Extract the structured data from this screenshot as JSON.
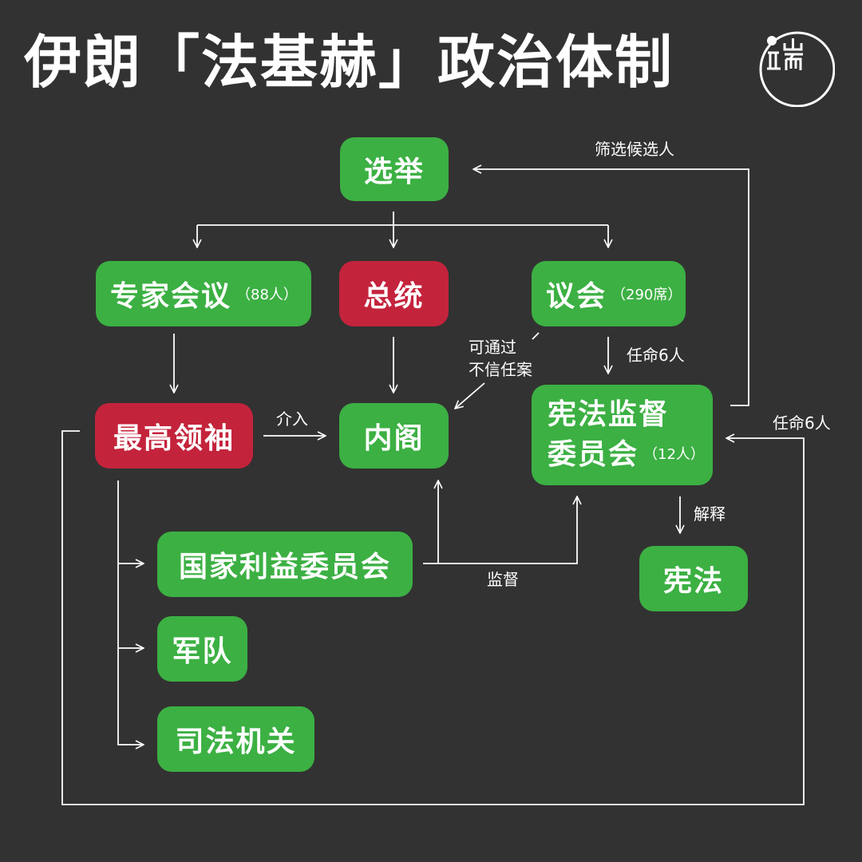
{
  "title": "伊朗「法基赫」政治体制",
  "nodes": {
    "election": {
      "label": "选举",
      "color": "#3cb043"
    },
    "assembly_experts": {
      "label": "专家会议",
      "note": "（88人）",
      "color": "#3cb043"
    },
    "president": {
      "label": "总统",
      "color": "#c4233c"
    },
    "parliament": {
      "label": "议会",
      "note": "（290席）",
      "color": "#3cb043"
    },
    "supreme_leader": {
      "label": "最高领袖",
      "color": "#c4233c"
    },
    "cabinet": {
      "label": "内阁",
      "color": "#3cb043"
    },
    "guardian_council": {
      "label_line1": "宪法监督",
      "label_line2": "委员会",
      "note": "（12人）",
      "color": "#3cb043"
    },
    "constitution": {
      "label": "宪法",
      "color": "#3cb043"
    },
    "expediency_council": {
      "label": "国家利益委员会",
      "color": "#3cb043"
    },
    "military": {
      "label": "军队",
      "color": "#3cb043"
    },
    "judiciary": {
      "label": "司法机关",
      "color": "#3cb043"
    }
  },
  "edge_labels": {
    "screen_candidates": "筛选候选人",
    "no_confidence_line1": "可通过",
    "no_confidence_line2": "不信任案",
    "appoint_6_parliament": "任命6人",
    "appoint_6_leader": "任命6人",
    "intervene": "介入",
    "interpret": "解释",
    "supervise": "监督"
  }
}
